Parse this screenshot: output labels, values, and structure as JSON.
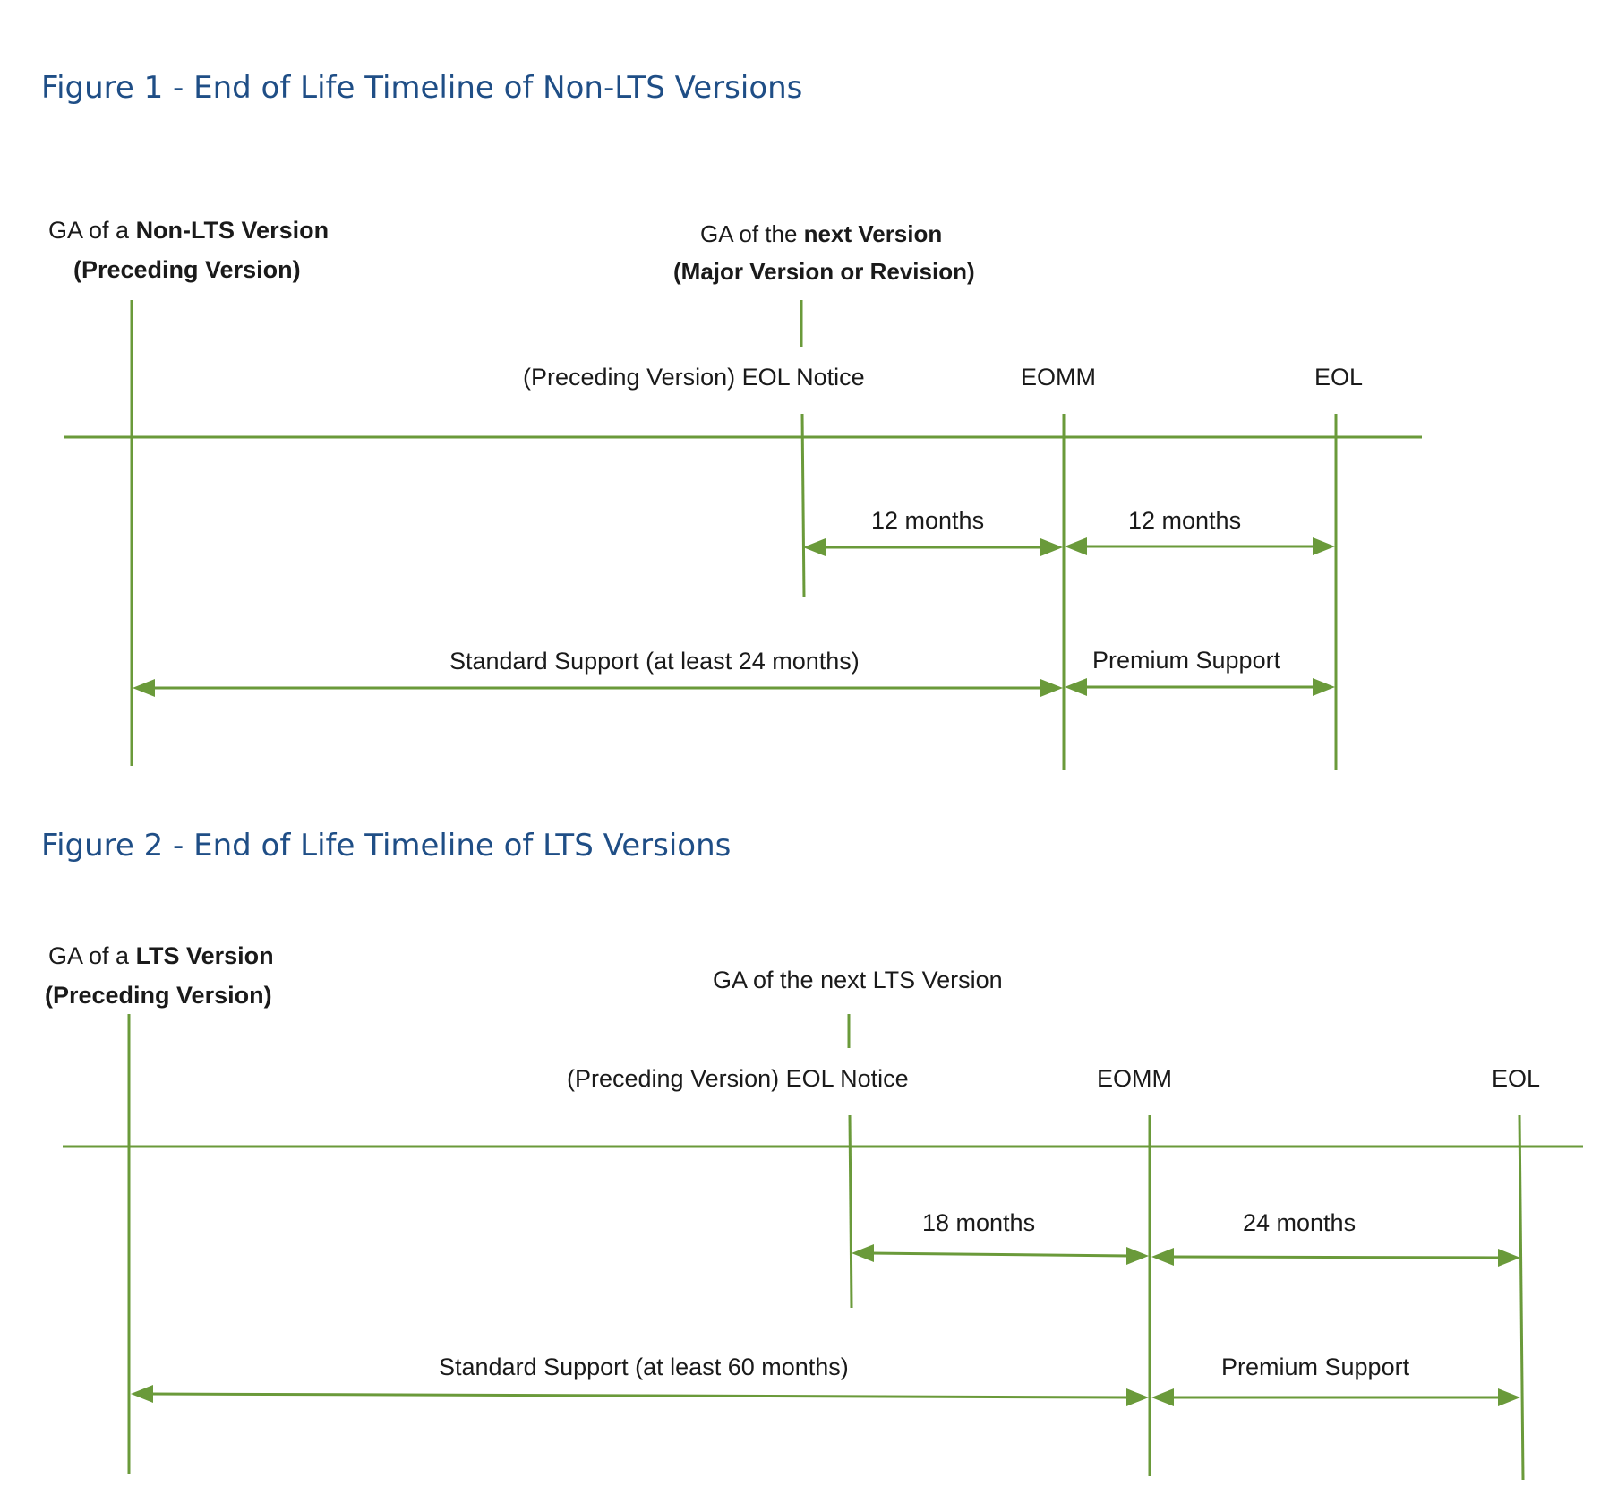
{
  "figure1": {
    "title": "Figure 1 - End of Life Timeline of Non-LTS Versions",
    "ga_first": {
      "prefix": "GA of a ",
      "bold": "Non-LTS Version",
      "line2": "(Preceding Version)"
    },
    "ga_next": {
      "prefix": "GA of the ",
      "bold": "next Version",
      "line2": "(Major Version or Revision)"
    },
    "eol_notice": "(Preceding  Version) EOL Notice",
    "eomm": "EOMM",
    "eol": "EOL",
    "span_notice_to_eomm": "12 months",
    "span_eomm_to_eol": "12 months",
    "standard_support": "Standard Support  (at least 24 months)",
    "premium_support": "Premium Support"
  },
  "figure2": {
    "title": "Figure 2 - End of Life Timeline of LTS Versions",
    "ga_first": {
      "prefix": "GA of a ",
      "bold": "LTS Version",
      "line2": "(Preceding Version)"
    },
    "ga_next": "GA of the next  LTS Version",
    "eol_notice": "(Preceding  Version) EOL Notice",
    "eomm": "EOMM",
    "eol": "EOL",
    "span_notice_to_eomm": "18 months",
    "span_eomm_to_eol": "24 months",
    "standard_support": "Standard Support  (at least 60 months)",
    "premium_support": "Premium Support"
  },
  "colors": {
    "title": "#1f4e86",
    "timeline": "#6a9a3a",
    "text": "#1a1a1a"
  }
}
